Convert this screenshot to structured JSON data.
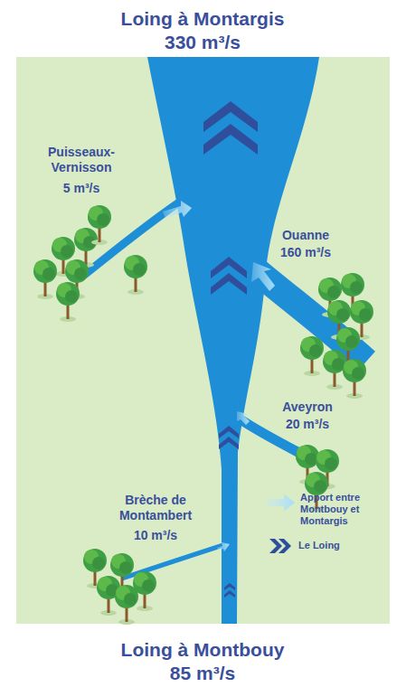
{
  "diagram": {
    "labels": [
      "Loing à Montargis",
      "330 m³/s",
      "Puisseaux-Vernisson",
      "5 m³/s",
      "Ouanne",
      "160 m³/s",
      "Aveyron",
      "20 m³/s",
      "Brèche de Montambert",
      "10 m³/s",
      "Loing à Montbouy",
      "85 m³/s"
    ],
    "legend": [
      {
        "text": "Apport entre Montbouy et Montargis"
      },
      {
        "text": "Le Loing"
      }
    ]
  }
}
